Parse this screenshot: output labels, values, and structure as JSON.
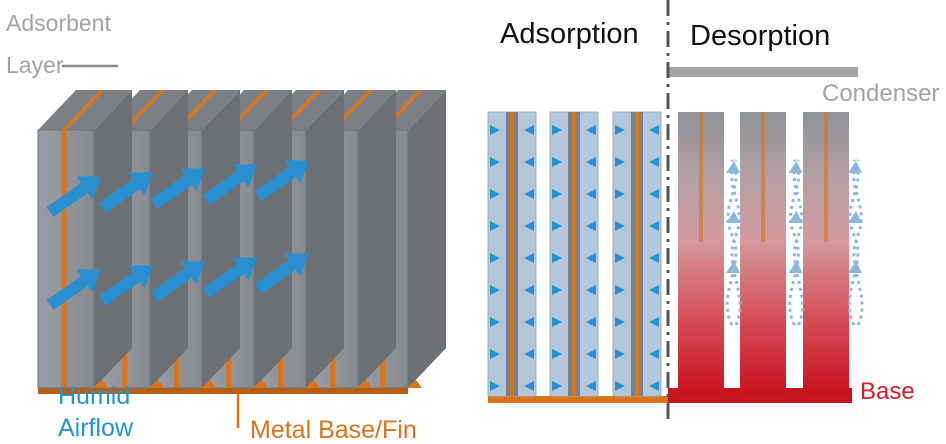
{
  "labels": {
    "adsorbent_layer_line1": "Adsorbent",
    "adsorbent_layer_line2": "Layer",
    "humid_airflow_line1": "Humid",
    "humid_airflow_line2": "Airflow",
    "metal_base_fin": "Metal Base/Fin",
    "adsorption": "Adsorption",
    "desorption": "Desorption",
    "condenser": "Condenser",
    "base": "Base"
  },
  "colors": {
    "fin_gray": "#8f9398",
    "fin_dark": "#6d7175",
    "metal_orange": "#d9741b",
    "airflow_blue": "#2a8fd0",
    "adsorb_panel": "#b4c7dc",
    "heat_red": "#c8151f",
    "vapor_blue": "#8cb8de",
    "condenser_gray": "#a6a6a6",
    "divider": "#555555"
  }
}
